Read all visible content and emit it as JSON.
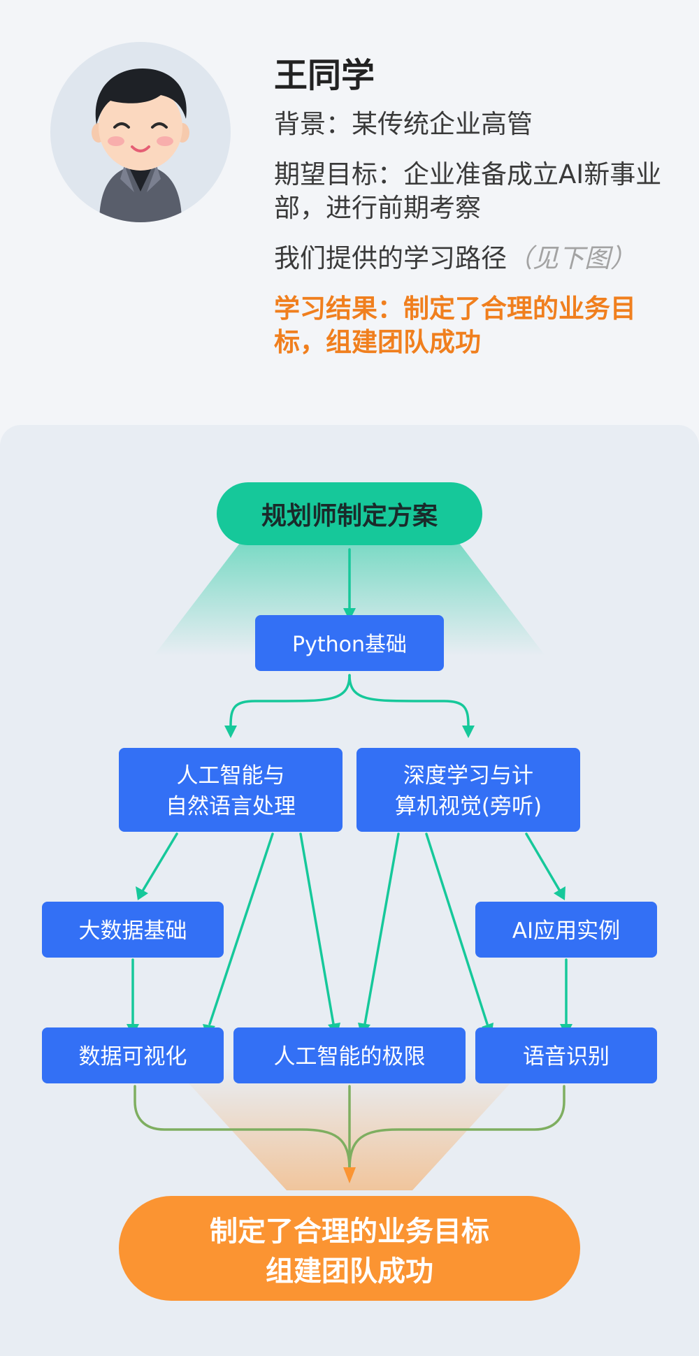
{
  "profile": {
    "name": "王同学",
    "background": "背景：某传统企业高管",
    "goal": "期望目标：企业准备成立AI新事业部，进行前期考察",
    "path_label": "我们提供的学习路径",
    "path_hint": "（见下图）",
    "result": "学习结果：制定了合理的业务目标，组建团队成功"
  },
  "diagram": {
    "start": "规划师制定方案",
    "nodes": {
      "python": "Python基础",
      "ai_nlp": [
        "人工智能与",
        "自然语言处理"
      ],
      "dl_cv": [
        "深度学习与计",
        "算机视觉(旁听)"
      ],
      "bigdata": "大数据基础",
      "ai_apps": "AI应用实例",
      "dataviz": "数据可视化",
      "ai_limits": "人工智能的极限",
      "speech": "语音识别"
    },
    "result": [
      "制定了合理的业务目标",
      "组建团队成功"
    ]
  },
  "colors": {
    "blue": "#3370f5",
    "green": "#16c89a",
    "orange": "#fb9432",
    "olive": "#7eae60",
    "result_text": "#f07f1e"
  }
}
